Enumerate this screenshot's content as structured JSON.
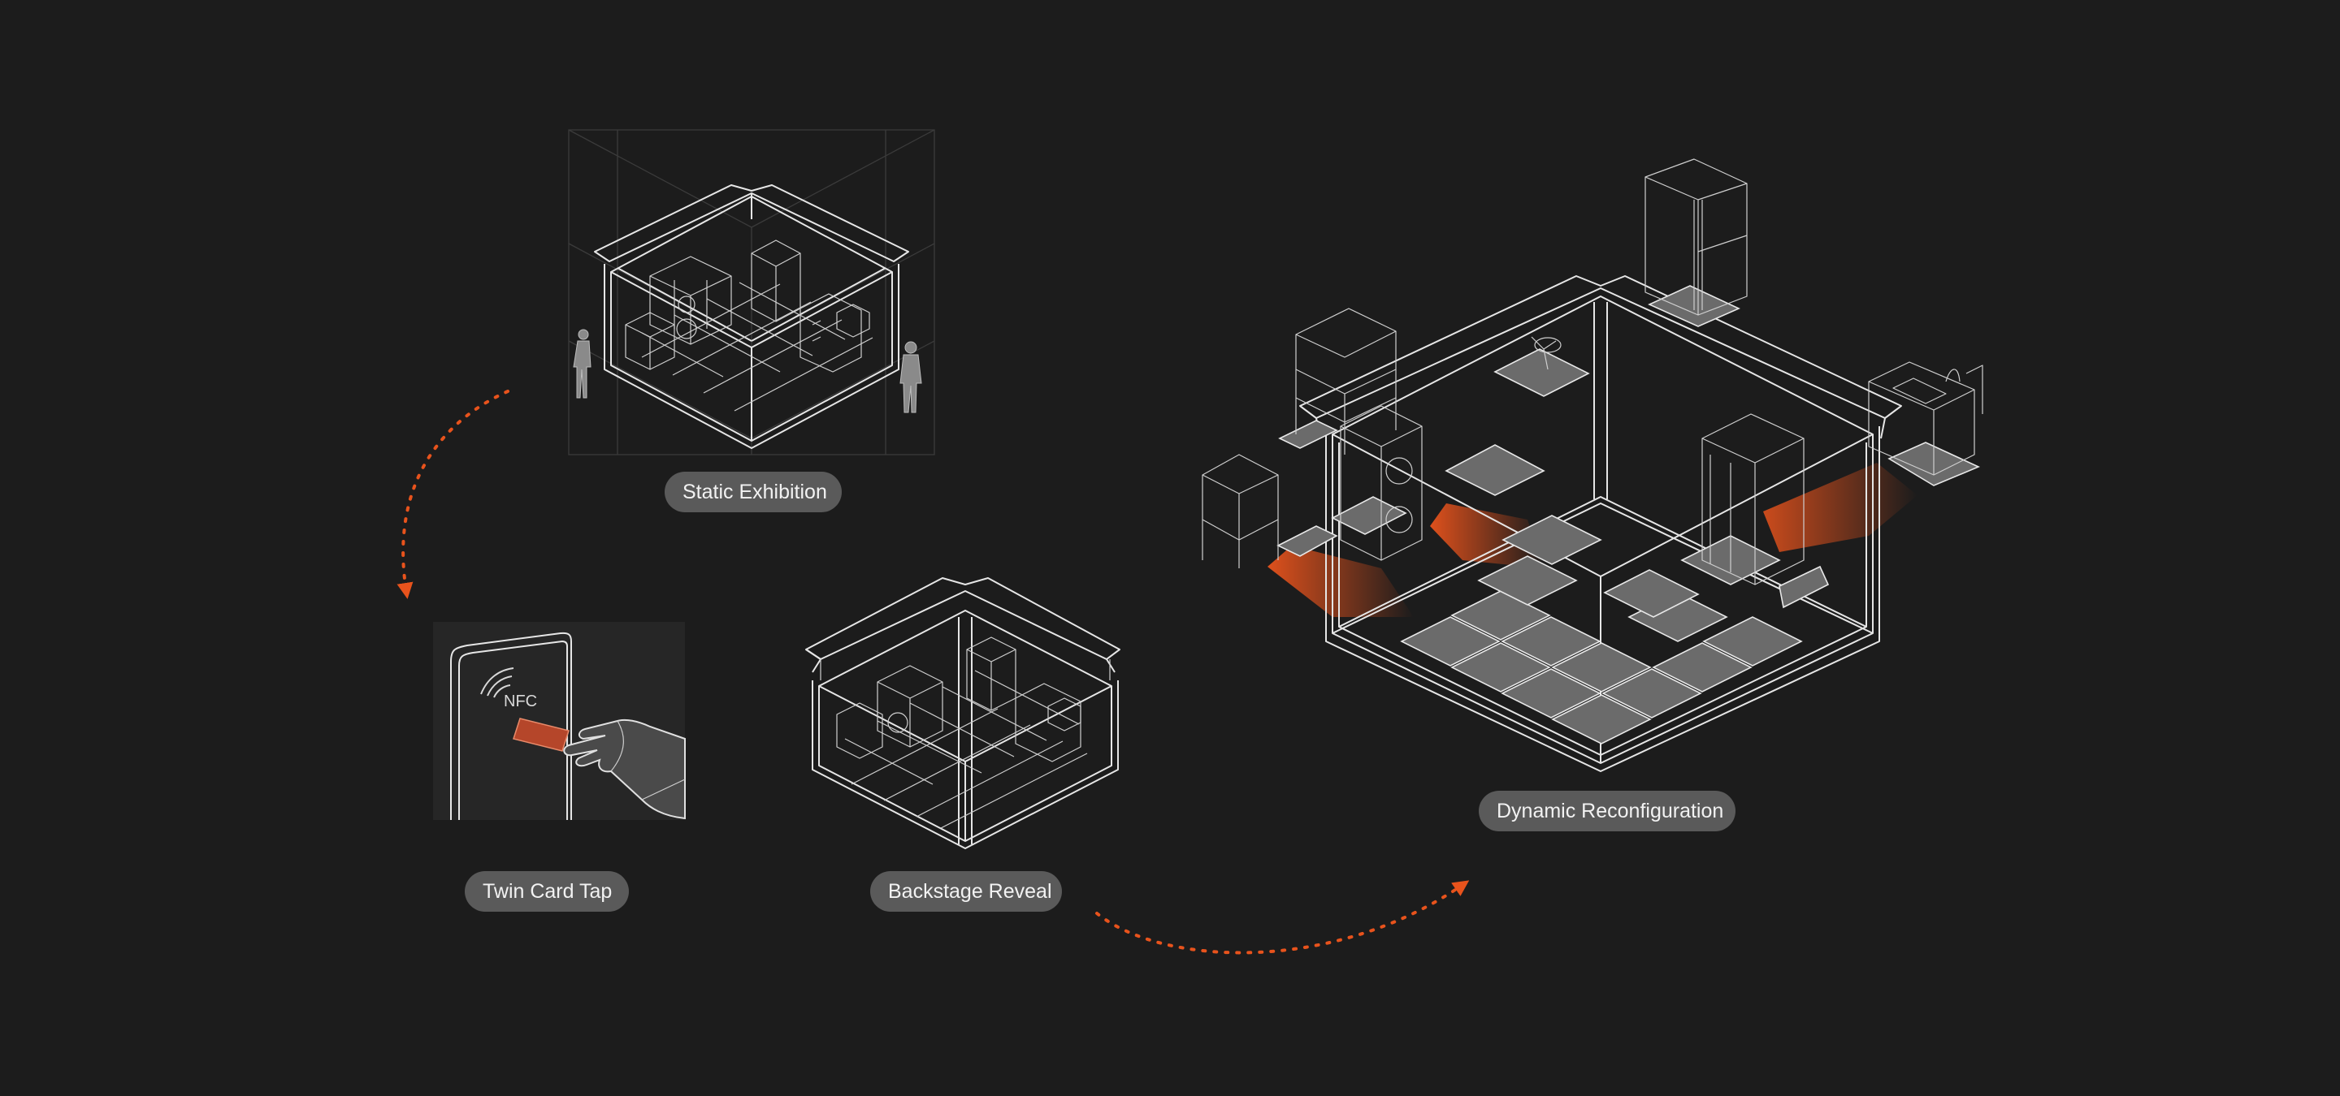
{
  "labels": {
    "static_exhibition": "Static Exhibition",
    "twin_card_tap": "Twin Card Tap",
    "backstage_reveal": "Backstage Reveal",
    "dynamic_reconfiguration": "Dynamic Reconfiguration"
  },
  "card": {
    "nfc_text": "NFC"
  },
  "colors": {
    "background": "#1c1c1c",
    "accent": "#e8531c",
    "label_fill": "#5a5a5a",
    "line": "#e6e6e6"
  }
}
